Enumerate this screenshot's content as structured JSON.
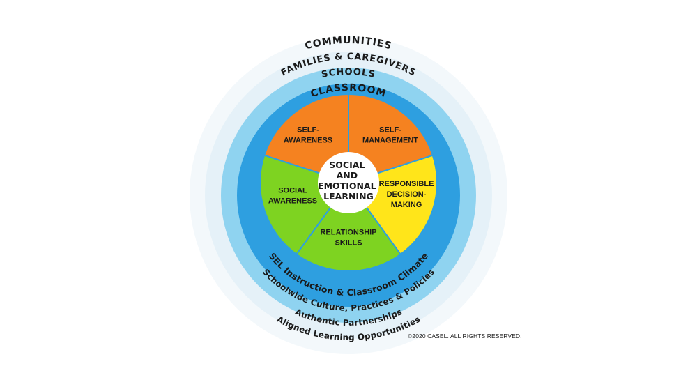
{
  "rings": {
    "communities": "COMMUNITIES",
    "families": "FAMILIES & CAREGIVERS",
    "schools": "SCHOOLS",
    "classroom": "CLASSROOM",
    "sel_instruction": "SEL Instruction & Classroom Climate",
    "schoolwide": "Schoolwide Culture, Practices & Policies",
    "authentic": "Authentic Partnerships",
    "aligned": "Aligned Learning Opportunities"
  },
  "center": {
    "lines": [
      "SOCIAL",
      "AND",
      "EMOTIONAL",
      "LEARNING"
    ]
  },
  "competencies": [
    {
      "id": "self-awareness",
      "lines": [
        "SELF-",
        "AWARENESS"
      ],
      "color": "#F58220"
    },
    {
      "id": "self-management",
      "lines": [
        "SELF-",
        "MANAGEMENT"
      ],
      "color": "#F58220"
    },
    {
      "id": "responsible-decision-making",
      "lines": [
        "RESPONSIBLE",
        "DECISION-",
        "MAKING"
      ],
      "color": "#FFE51A"
    },
    {
      "id": "relationship-skills",
      "lines": [
        "RELATIONSHIP",
        "SKILLS"
      ],
      "color": "#7ED321"
    },
    {
      "id": "social-awareness",
      "lines": [
        "SOCIAL",
        "AWARENESS"
      ],
      "color": "#7ED321"
    }
  ],
  "colors": {
    "outer_ring_1": "#F3F8FB",
    "outer_ring_2": "#E5F1F8",
    "schools_ring": "#8FD3F0",
    "classroom_ring": "#2E9FE0",
    "segment_border": "#2E9FE0",
    "center": "#FFFFFF"
  },
  "copyright": "©2020 CASEL. ALL RIGHTS RESERVED."
}
